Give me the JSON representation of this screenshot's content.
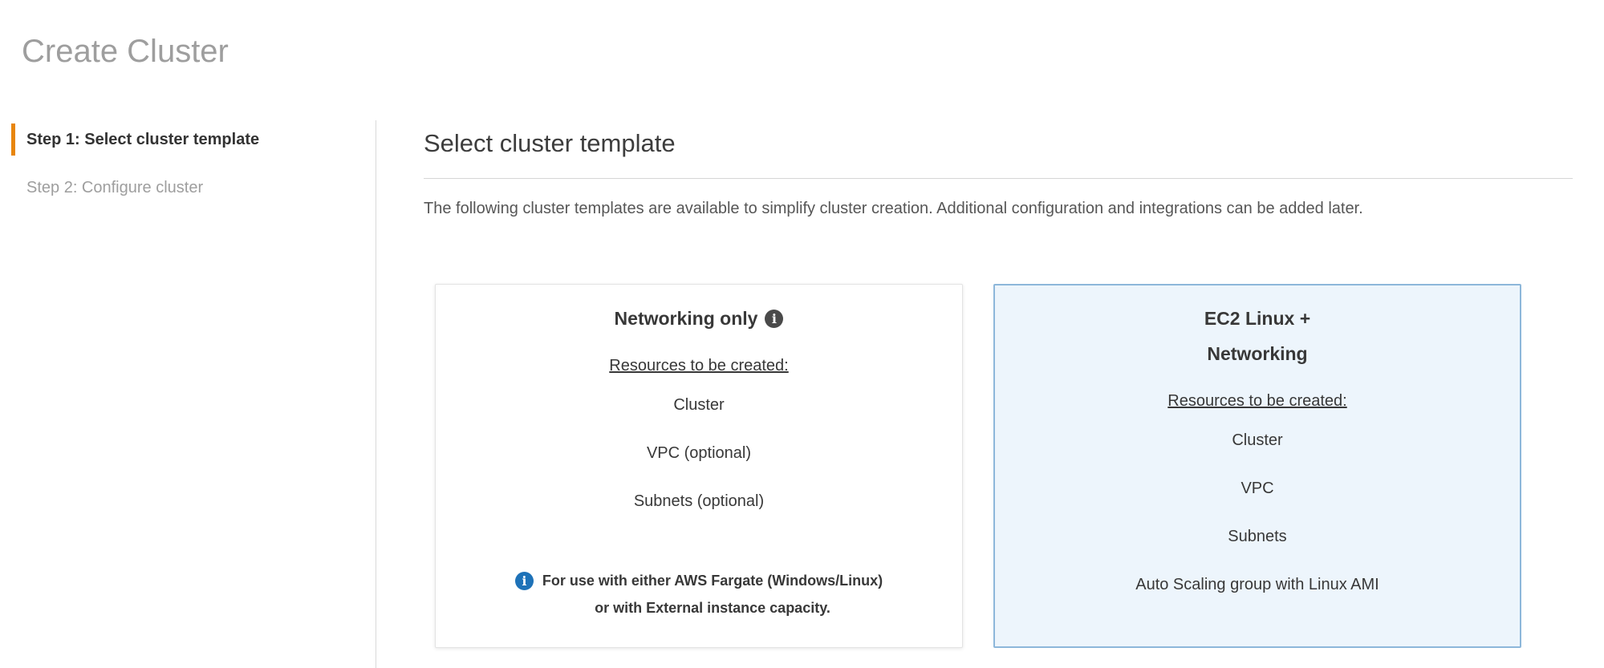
{
  "page": {
    "title": "Create Cluster"
  },
  "wizard_steps": [
    {
      "label": "Step 1: Select cluster template",
      "state": "active"
    },
    {
      "label": "Step 2: Configure cluster",
      "state": "upcoming"
    }
  ],
  "main": {
    "heading": "Select cluster template",
    "description": "The following cluster templates are available to simplify cluster creation. Additional configuration and integrations can be added later."
  },
  "cards": [
    {
      "title": "Networking only",
      "title_icon": "info-icon",
      "resources_label": "Resources to be created:",
      "resources": [
        "Cluster",
        "VPC (optional)",
        "Subnets (optional)"
      ],
      "note_icon": "info-icon",
      "note_lines": [
        "For use with either AWS Fargate (Windows/Linux)",
        "or with External instance capacity."
      ],
      "selected": false
    },
    {
      "title_lines": [
        "EC2 Linux +",
        "Networking"
      ],
      "resources_label": "Resources to be created:",
      "resources": [
        "Cluster",
        "VPC",
        "Subnets",
        "Auto Scaling group with Linux AMI"
      ],
      "selected": true
    }
  ],
  "icons": {
    "info_glyph": "i"
  },
  "colors": {
    "accent_orange": "#e8860d",
    "selected_card_bg": "#edf5fc",
    "selected_card_border": "#8db7da",
    "info_blue": "#1e72b8",
    "page_title_gray": "#9e9e9e"
  }
}
